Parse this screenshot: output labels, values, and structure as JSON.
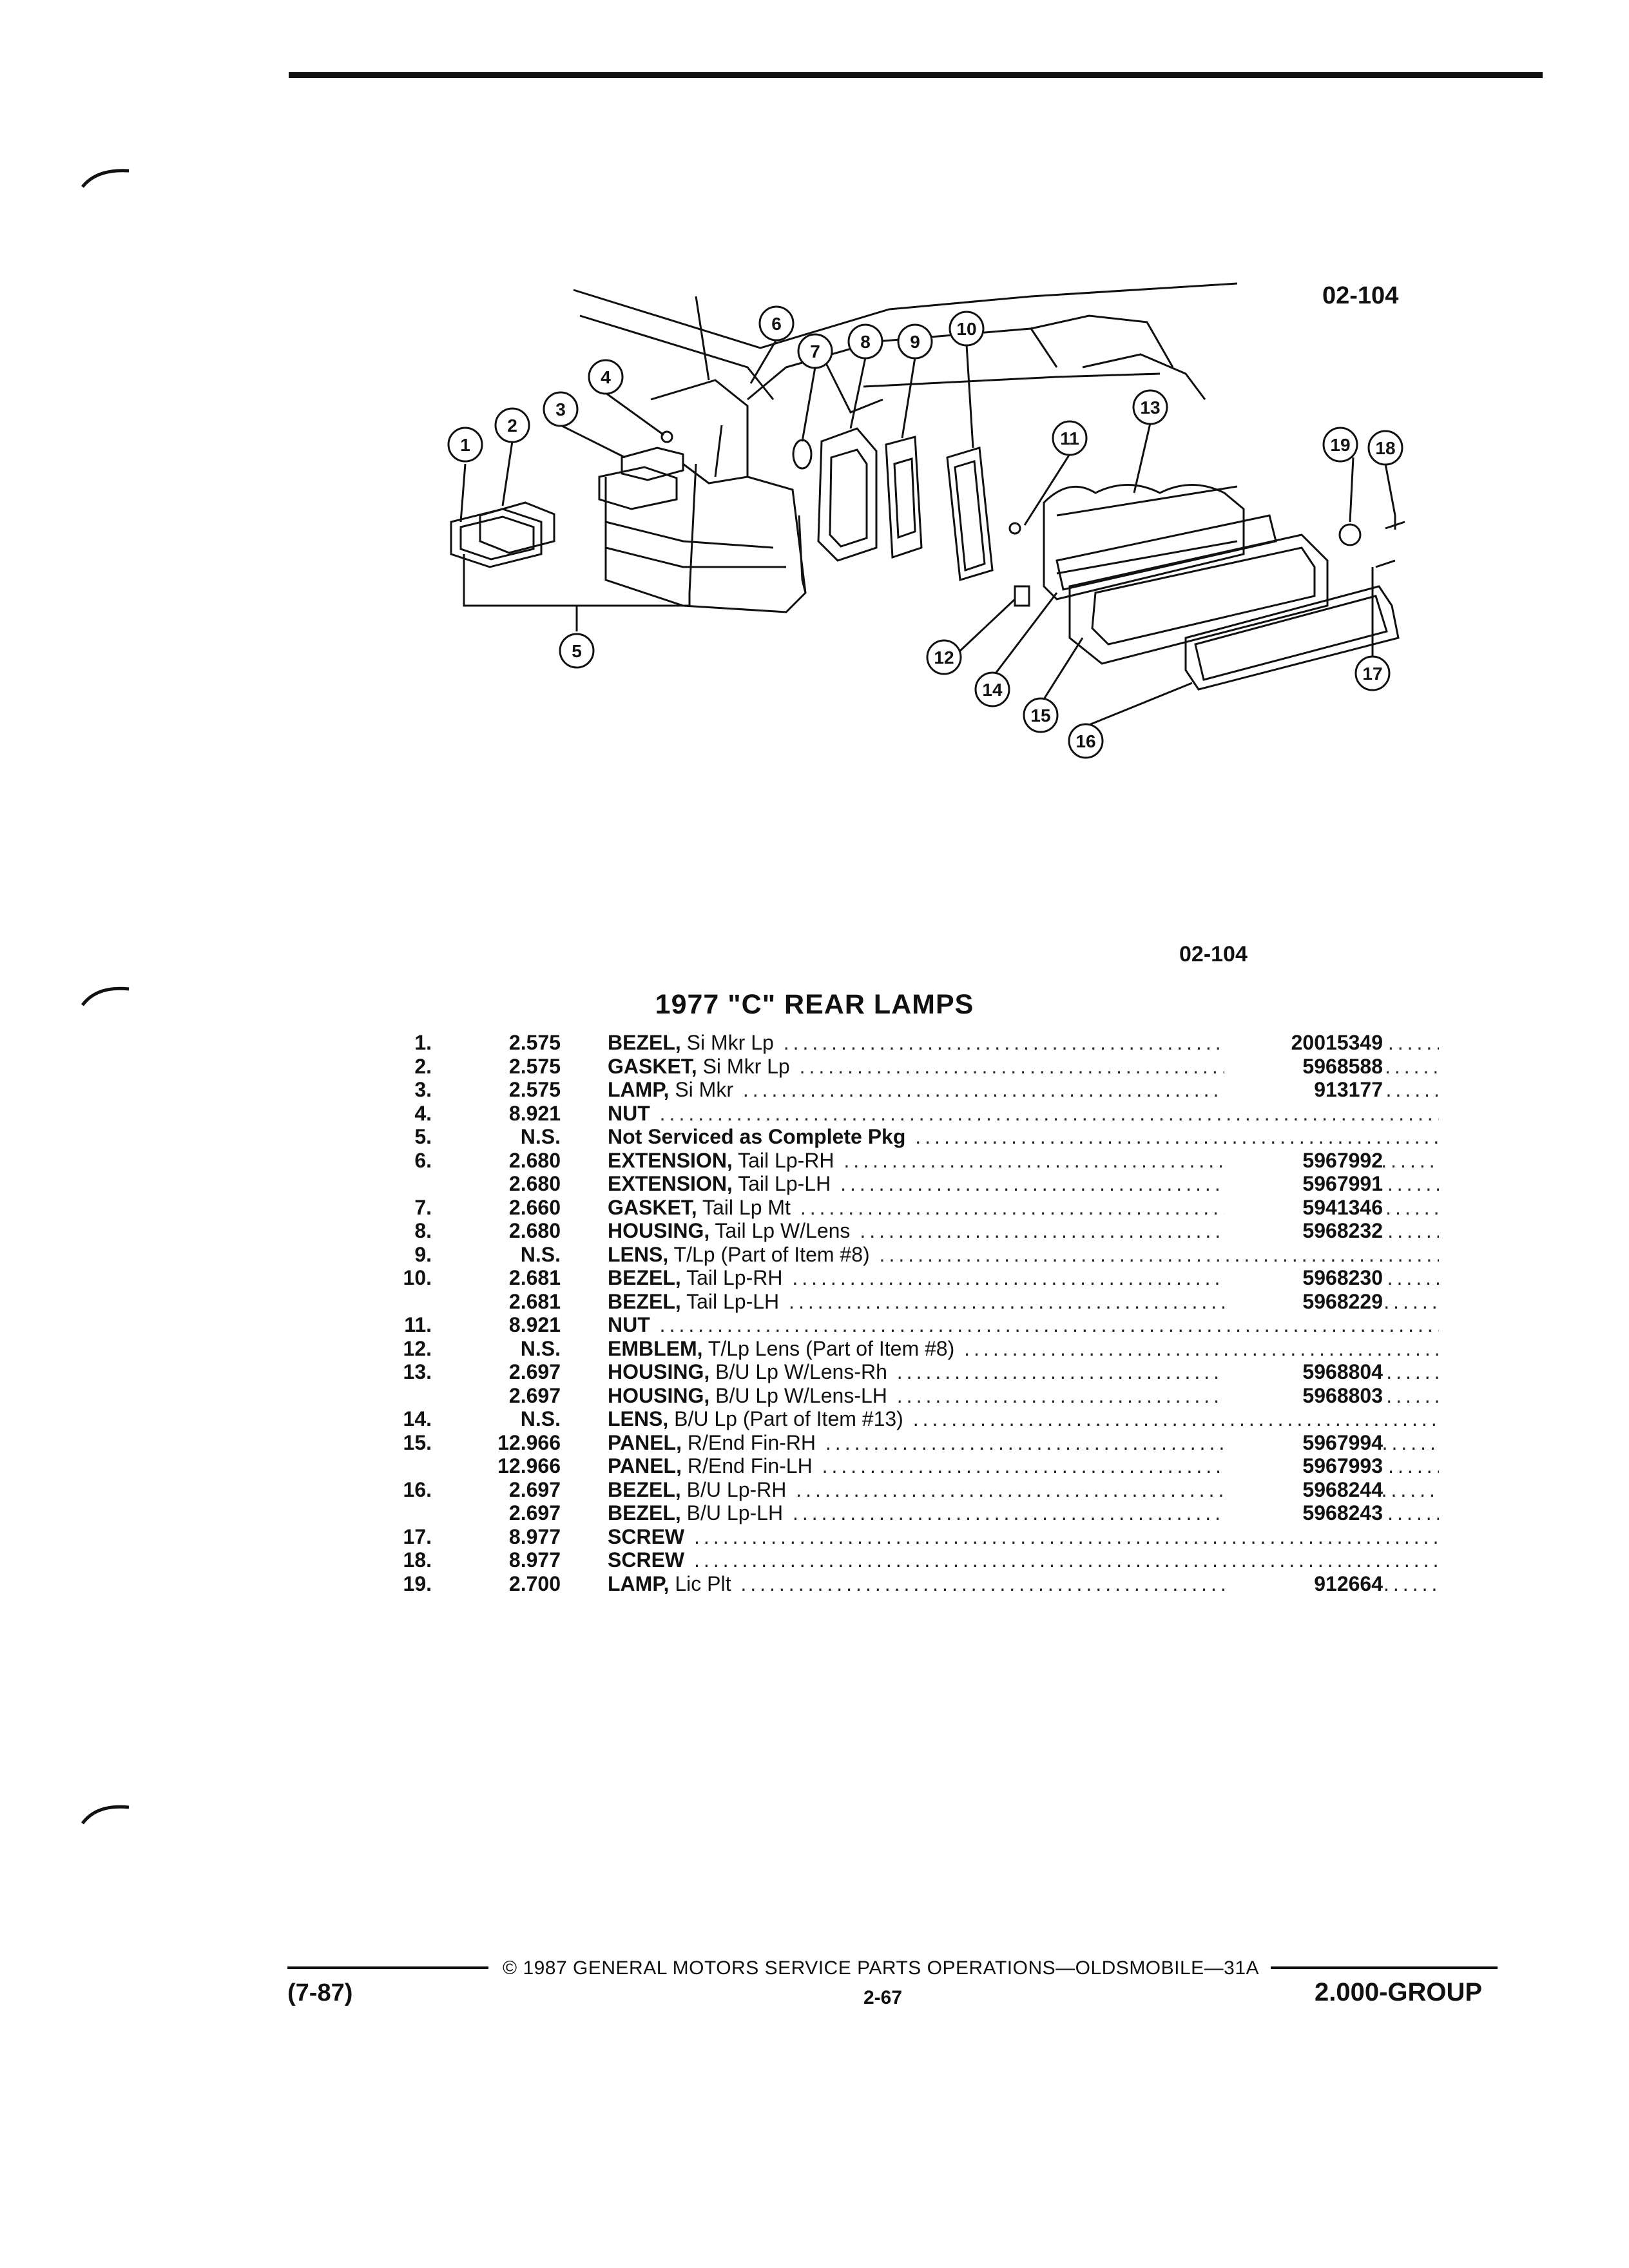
{
  "header": {
    "figure_code": "02-104"
  },
  "diagram": {
    "callouts": [
      "1",
      "2",
      "3",
      "4",
      "5",
      "6",
      "7",
      "8",
      "9",
      "10",
      "11",
      "12",
      "13",
      "14",
      "15",
      "16",
      "17",
      "18",
      "19"
    ]
  },
  "section": {
    "figure_code": "02-104",
    "title": "1977 \"C\" REAR LAMPS"
  },
  "parts": [
    {
      "num": "1.",
      "group": "2.575",
      "name": "BEZEL,",
      "desc": " Si Mkr Lp",
      "part": "20015349"
    },
    {
      "num": "2.",
      "group": "2.575",
      "name": "GASKET,",
      "desc": " Si Mkr Lp",
      "part": "5968588"
    },
    {
      "num": "3.",
      "group": "2.575",
      "name": "LAMP,",
      "desc": " Si Mkr",
      "part": "913177"
    },
    {
      "num": "4.",
      "group": "8.921",
      "name": "NUT",
      "desc": "",
      "part": ""
    },
    {
      "num": "5.",
      "group": "N.S.",
      "name": "Not Serviced as Complete Pkg",
      "desc": "",
      "part": ""
    },
    {
      "num": "6.",
      "group": "2.680",
      "name": "EXTENSION,",
      "desc": " Tail Lp-RH",
      "part": "5967992"
    },
    {
      "num": "",
      "group": "2.680",
      "name": "EXTENSION,",
      "desc": " Tail Lp-LH",
      "part": "5967991"
    },
    {
      "num": "7.",
      "group": "2.660",
      "name": "GASKET,",
      "desc": " Tail Lp Mt",
      "part": "5941346"
    },
    {
      "num": "8.",
      "group": "2.680",
      "name": "HOUSING,",
      "desc": " Tail Lp W/Lens",
      "part": "5968232"
    },
    {
      "num": "9.",
      "group": "N.S.",
      "name": "LENS,",
      "desc": " T/Lp (Part of Item #8)",
      "part": ""
    },
    {
      "num": "10.",
      "group": "2.681",
      "name": "BEZEL,",
      "desc": " Tail Lp-RH",
      "part": "5968230"
    },
    {
      "num": "",
      "group": "2.681",
      "name": "BEZEL,",
      "desc": " Tail Lp-LH",
      "part": "5968229"
    },
    {
      "num": "11.",
      "group": "8.921",
      "name": "NUT",
      "desc": "",
      "part": ""
    },
    {
      "num": "12.",
      "group": "N.S.",
      "name": "EMBLEM,",
      "desc": " T/Lp Lens (Part of Item #8)",
      "part": ""
    },
    {
      "num": "13.",
      "group": "2.697",
      "name": "HOUSING,",
      "desc": " B/U Lp W/Lens-Rh",
      "part": "5968804"
    },
    {
      "num": "",
      "group": "2.697",
      "name": "HOUSING,",
      "desc": " B/U Lp W/Lens-LH",
      "part": "5968803"
    },
    {
      "num": "14.",
      "group": "N.S.",
      "name": "LENS,",
      "desc": " B/U Lp (Part of Item #13)",
      "part": ""
    },
    {
      "num": "15.",
      "group": "12.966",
      "name": "PANEL,",
      "desc": " R/End Fin-RH",
      "part": "5967994"
    },
    {
      "num": "",
      "group": "12.966",
      "name": "PANEL,",
      "desc": " R/End Fin-LH",
      "part": "5967993"
    },
    {
      "num": "16.",
      "group": "2.697",
      "name": "BEZEL,",
      "desc": " B/U Lp-RH",
      "part": "5968244"
    },
    {
      "num": "",
      "group": "2.697",
      "name": "BEZEL,",
      "desc": " B/U Lp-LH",
      "part": "5968243"
    },
    {
      "num": "17.",
      "group": "8.977",
      "name": "SCREW",
      "desc": "",
      "part": ""
    },
    {
      "num": "18.",
      "group": "8.977",
      "name": "SCREW",
      "desc": "",
      "part": ""
    },
    {
      "num": "19.",
      "group": "2.700",
      "name": "LAMP,",
      "desc": " Lic Plt",
      "part": "912664"
    }
  ],
  "footer": {
    "copyright": "© 1987 GENERAL MOTORS SERVICE PARTS OPERATIONS—OLDSMOBILE—31A",
    "revision": "(7-87)",
    "page": "2-67",
    "group": "2.000-GROUP"
  }
}
